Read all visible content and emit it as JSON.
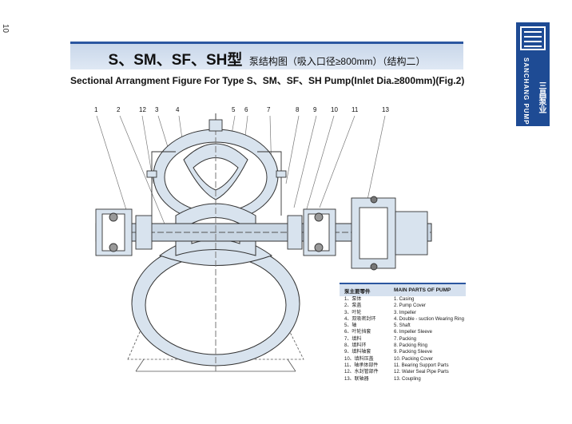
{
  "page_number": "10",
  "title": {
    "main": "S、SM、SF、SH型",
    "chinese": "泵结构图（吸入口径≥800mm）（结构二）"
  },
  "subtitle": "Sectional Arrangment Figure For Type S、SM、SF、SH Pump(Inlet Dia.≥800mm)(Fig.2)",
  "logo": {
    "chinese": "三昌泵业",
    "english": "SANCHANG PUMP"
  },
  "callouts": [
    "1",
    "2",
    "12",
    "3",
    "4",
    "5",
    "6",
    "7",
    "8",
    "9",
    "10",
    "11",
    "13"
  ],
  "parts_table": {
    "header_cn": "泵主要零件",
    "header_en": "MAIN PARTS OF PUMP",
    "rows": [
      {
        "cn": "1、泵体",
        "en": "1. Casing"
      },
      {
        "cn": "2、泵盖",
        "en": "2. Pump Cover"
      },
      {
        "cn": "3、叶轮",
        "en": "3. Impeller"
      },
      {
        "cn": "4、双吸密封环",
        "en": "4. Double - suction Wearing Ring"
      },
      {
        "cn": "5、轴",
        "en": "5. Shaft"
      },
      {
        "cn": "6、叶轮挡套",
        "en": "6. Impeller Sleeve"
      },
      {
        "cn": "7、填料",
        "en": "7. Packing"
      },
      {
        "cn": "8、填料环",
        "en": "8. Packing Ring"
      },
      {
        "cn": "9、填料轴套",
        "en": "9. Packing Sleeve"
      },
      {
        "cn": "10、填料压盖",
        "en": "10. Packing Cover"
      },
      {
        "cn": "11、轴承体部件",
        "en": "11. Bearing Support Parts"
      },
      {
        "cn": "12、水封管部件",
        "en": "12. Water Seal Pipe Parts"
      },
      {
        "cn": "13、联轴器",
        "en": "13. Coupling"
      }
    ]
  },
  "colors": {
    "brand": "#1e4b94",
    "band": "#c9d7ea",
    "casing_fill": "#d8e3ee"
  }
}
